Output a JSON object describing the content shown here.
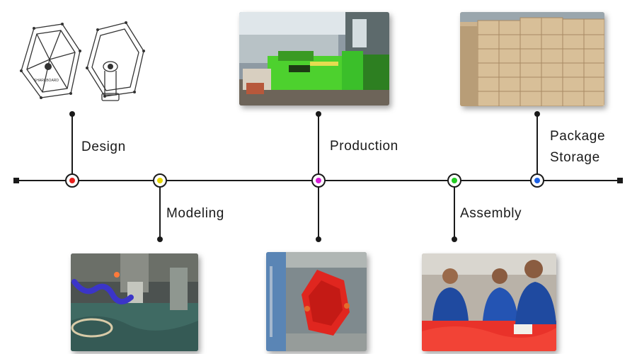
{
  "title": "Product development process timeline",
  "stages": [
    {
      "id": "design",
      "label": "Design",
      "node_color": "#e8201c"
    },
    {
      "id": "modeling",
      "label": "Modeling",
      "node_color": "#e6d600"
    },
    {
      "id": "production",
      "label": "Production",
      "node_color": "#d81ed8"
    },
    {
      "id": "assembly",
      "label": "Assembly",
      "node_color": "#22cc22"
    },
    {
      "id": "package_storage",
      "label_line1": "Package",
      "label_line2": "Storage",
      "node_color": "#1e62e6"
    }
  ],
  "design_sketch_text": "SHARKBOARD",
  "colors": {
    "line": "#1a1a1a",
    "text": "#1a1a1a"
  }
}
